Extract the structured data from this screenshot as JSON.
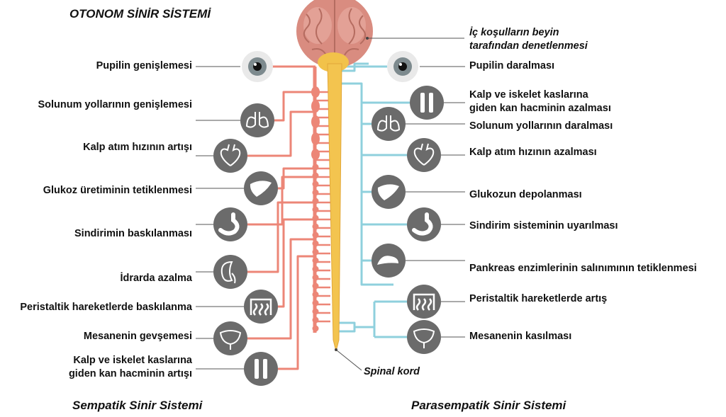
{
  "title": "OTONOM SİNİR SİSTEMİ",
  "brain_note": "İç koşulların beyin\ntarafından denetlenmesi",
  "spinal_cord": "Spinal kord",
  "sympathetic": {
    "name": "Sempatik Sinir Sistemi",
    "color": "#ec8677",
    "items": [
      {
        "label": "Pupilin genişlemesi",
        "icon": "eye-icon"
      },
      {
        "label": "Solunum yollarının genişlemesi",
        "icon": "lungs-icon"
      },
      {
        "label": "Kalp atım hızının artışı",
        "icon": "heart-icon"
      },
      {
        "label": "Glukoz üretiminin tetiklenmesi",
        "icon": "liver-icon"
      },
      {
        "label": "Sindirimin baskılanması",
        "icon": "stomach-icon"
      },
      {
        "label": "İdrarda azalma",
        "icon": "kidney-icon"
      },
      {
        "label": "Peristaltik hareketlerde baskılanma",
        "icon": "intestine-icon"
      },
      {
        "label": "Mesanenin gevşemesi",
        "icon": "bladder-icon"
      },
      {
        "label": "Kalp ve iskelet kaslarına\ngiden kan hacminin artışı",
        "icon": "vessels-icon"
      }
    ]
  },
  "parasympathetic": {
    "name": "Parasempatik Sinir Sistemi",
    "color": "#8fd0dd",
    "items": [
      {
        "label": "Pupilin daralması",
        "icon": "eye-icon"
      },
      {
        "label": "Kalp ve iskelet kaslarına\ngiden kan hacminin azalması",
        "icon": "vessels-icon"
      },
      {
        "label": "Solunum yollarının daralması",
        "icon": "lungs-icon"
      },
      {
        "label": "Kalp atım hızının azalması",
        "icon": "heart-icon"
      },
      {
        "label": "Glukozun depolanması",
        "icon": "liver-icon"
      },
      {
        "label": "Sindirim sisteminin uyarılması",
        "icon": "stomach-icon"
      },
      {
        "label": "Pankreas enzimlerinin salınımının tetiklenmesi",
        "icon": "pancreas-icon"
      },
      {
        "label": "Peristaltik hareketlerde artış",
        "icon": "intestine-icon"
      },
      {
        "label": "Mesanenin kasılması",
        "icon": "bladder-icon"
      }
    ]
  }
}
